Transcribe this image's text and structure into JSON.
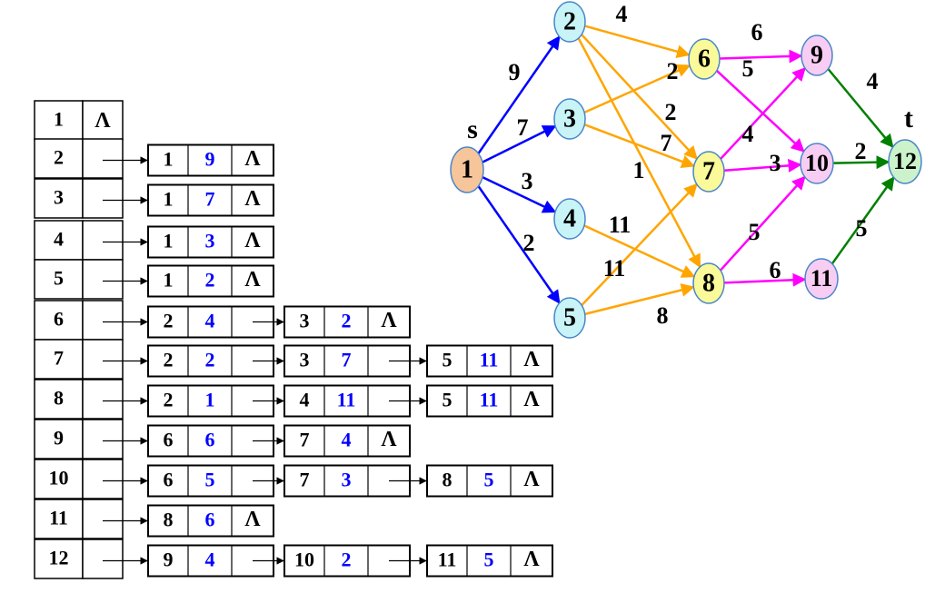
{
  "graph": {
    "source_label": "s",
    "sink_label": "t",
    "nodes": [
      {
        "id": "1",
        "fill": "#f7c59a"
      },
      {
        "id": "2",
        "fill": "#c8f4f8"
      },
      {
        "id": "3",
        "fill": "#c8f4f8"
      },
      {
        "id": "4",
        "fill": "#c8f4f8"
      },
      {
        "id": "5",
        "fill": "#c8f4f8"
      },
      {
        "id": "6",
        "fill": "#fafa9a"
      },
      {
        "id": "7",
        "fill": "#fafa9a"
      },
      {
        "id": "8",
        "fill": "#fafa9a"
      },
      {
        "id": "9",
        "fill": "#f8cdf4"
      },
      {
        "id": "10",
        "fill": "#f8cdf4"
      },
      {
        "id": "11",
        "fill": "#f8cdf4"
      },
      {
        "id": "12",
        "fill": "#ccf2cc"
      }
    ],
    "edges": [
      {
        "from": "1",
        "to": "2",
        "weight": "9",
        "color": "#0000ff"
      },
      {
        "from": "1",
        "to": "3",
        "weight": "7",
        "color": "#0000ff"
      },
      {
        "from": "1",
        "to": "4",
        "weight": "3",
        "color": "#0000ff"
      },
      {
        "from": "1",
        "to": "5",
        "weight": "2",
        "color": "#0000ff"
      },
      {
        "from": "2",
        "to": "6",
        "weight": "4",
        "color": "#ffa500"
      },
      {
        "from": "2",
        "to": "7",
        "weight": "2",
        "color": "#ffa500"
      },
      {
        "from": "2",
        "to": "8",
        "weight": "1",
        "color": "#ffa500"
      },
      {
        "from": "3",
        "to": "6",
        "weight": "2",
        "color": "#ffa500"
      },
      {
        "from": "3",
        "to": "7",
        "weight": "7",
        "color": "#ffa500"
      },
      {
        "from": "4",
        "to": "8",
        "weight": "11",
        "color": "#ffa500"
      },
      {
        "from": "5",
        "to": "7",
        "weight": "11",
        "color": "#ffa500"
      },
      {
        "from": "5",
        "to": "8",
        "weight": "8",
        "color": "#ffa500"
      },
      {
        "from": "6",
        "to": "9",
        "weight": "6",
        "color": "#ff00ff"
      },
      {
        "from": "6",
        "to": "10",
        "weight": "5",
        "color": "#ff00ff"
      },
      {
        "from": "7",
        "to": "9",
        "weight": "4",
        "color": "#ff00ff"
      },
      {
        "from": "7",
        "to": "10",
        "weight": "3",
        "color": "#ff00ff"
      },
      {
        "from": "8",
        "to": "10",
        "weight": "5",
        "color": "#ff00ff"
      },
      {
        "from": "8",
        "to": "11",
        "weight": "6",
        "color": "#ff00ff"
      },
      {
        "from": "9",
        "to": "12",
        "weight": "4",
        "color": "#008000"
      },
      {
        "from": "10",
        "to": "12",
        "weight": "2",
        "color": "#008000"
      },
      {
        "from": "11",
        "to": "12",
        "weight": "5",
        "color": "#008000"
      }
    ]
  },
  "adjacency_list": {
    "null_symbol": "Λ",
    "rows": [
      {
        "vertex": "1",
        "nodes": []
      },
      {
        "vertex": "2",
        "nodes": [
          {
            "adj": "1",
            "w": "9"
          }
        ]
      },
      {
        "vertex": "3",
        "nodes": [
          {
            "adj": "1",
            "w": "7"
          }
        ]
      },
      {
        "vertex": "4",
        "nodes": [
          {
            "adj": "1",
            "w": "3"
          }
        ]
      },
      {
        "vertex": "5",
        "nodes": [
          {
            "adj": "1",
            "w": "2"
          }
        ]
      },
      {
        "vertex": "6",
        "nodes": [
          {
            "adj": "2",
            "w": "4"
          },
          {
            "adj": "3",
            "w": "2"
          }
        ]
      },
      {
        "vertex": "7",
        "nodes": [
          {
            "adj": "2",
            "w": "2"
          },
          {
            "adj": "3",
            "w": "7"
          },
          {
            "adj": "5",
            "w": "11"
          }
        ]
      },
      {
        "vertex": "8",
        "nodes": [
          {
            "adj": "2",
            "w": "1"
          },
          {
            "adj": "4",
            "w": "11"
          },
          {
            "adj": "5",
            "w": "11"
          }
        ]
      },
      {
        "vertex": "9",
        "nodes": [
          {
            "adj": "6",
            "w": "6"
          },
          {
            "adj": "7",
            "w": "4"
          }
        ]
      },
      {
        "vertex": "10",
        "nodes": [
          {
            "adj": "6",
            "w": "5"
          },
          {
            "adj": "7",
            "w": "3"
          },
          {
            "adj": "8",
            "w": "5"
          }
        ]
      },
      {
        "vertex": "11",
        "nodes": [
          {
            "adj": "8",
            "w": "6"
          }
        ]
      },
      {
        "vertex": "12",
        "nodes": [
          {
            "adj": "9",
            "w": "4"
          },
          {
            "adj": "10",
            "w": "2"
          },
          {
            "adj": "11",
            "w": "5"
          }
        ]
      }
    ]
  }
}
